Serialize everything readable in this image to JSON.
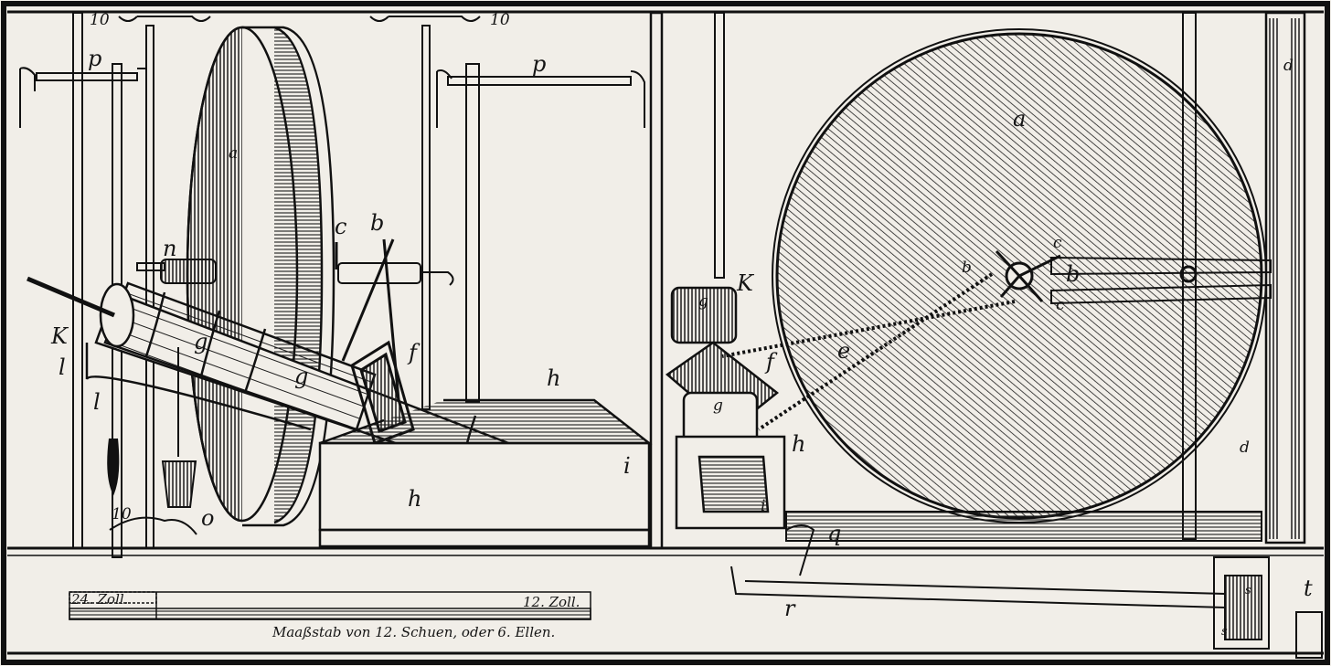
{
  "labels": {
    "a_wheel_big": "a",
    "a_wheel_small": "a",
    "b_left": "b",
    "b_right": "b",
    "b_hub": "b",
    "c_left": "c",
    "c_right_top": "c",
    "c_right_bot": "c",
    "d_top": "d",
    "d_bot": "d",
    "e": "e",
    "f_left": "f",
    "f_right": "f",
    "g_left1": "g",
    "g_left2": "g",
    "g_right1": "g",
    "g_right2": "g",
    "h_top": "h",
    "h_bot": "h",
    "h_right": "h",
    "i_left": "i",
    "i_right": "i",
    "k_left": "K",
    "k_right": "K",
    "l_upper": "l",
    "l_lower": "l",
    "n": "n",
    "o": "o",
    "p_left": "p",
    "p_right": "p",
    "q": "q",
    "r": "r",
    "s_upper": "s",
    "s_lower": "s",
    "t": "t",
    "num_10_tl": "10",
    "num_10_tr": "10",
    "num_10_bl": "10"
  },
  "scale": {
    "left_mark": "24. Zoll.",
    "right_mark": "12. Zoll.",
    "caption": "Maaßstab von 12. Schuen, oder 6. Ellen."
  },
  "colors": {
    "ink": "#151515",
    "paper": "#f1eee8"
  }
}
